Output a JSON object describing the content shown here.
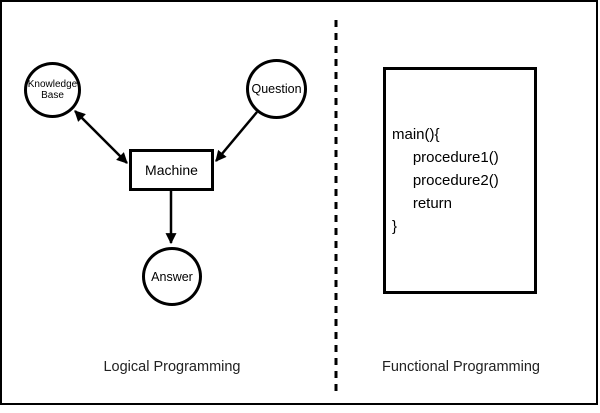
{
  "canvas": {
    "background": "#ffffff",
    "border_color": "#000000"
  },
  "logical_section": {
    "caption": "Logical Programming",
    "knowledge_base_label": "Knowledge Base",
    "question_label": "Question",
    "machine_label": "Machine",
    "answer_label": "Answer",
    "arrows": [
      {
        "from": "knowledge-base",
        "to": "machine",
        "direction": "bidirectional"
      },
      {
        "from": "question",
        "to": "machine",
        "direction": "one-way"
      },
      {
        "from": "machine",
        "to": "answer",
        "direction": "one-way"
      }
    ]
  },
  "functional_section": {
    "caption": "Functional Programming",
    "code": "main(){\n     procedure1()\n     procedure2()\n     return\n}"
  },
  "divider": {
    "style": "dashed",
    "color": "#000000"
  }
}
